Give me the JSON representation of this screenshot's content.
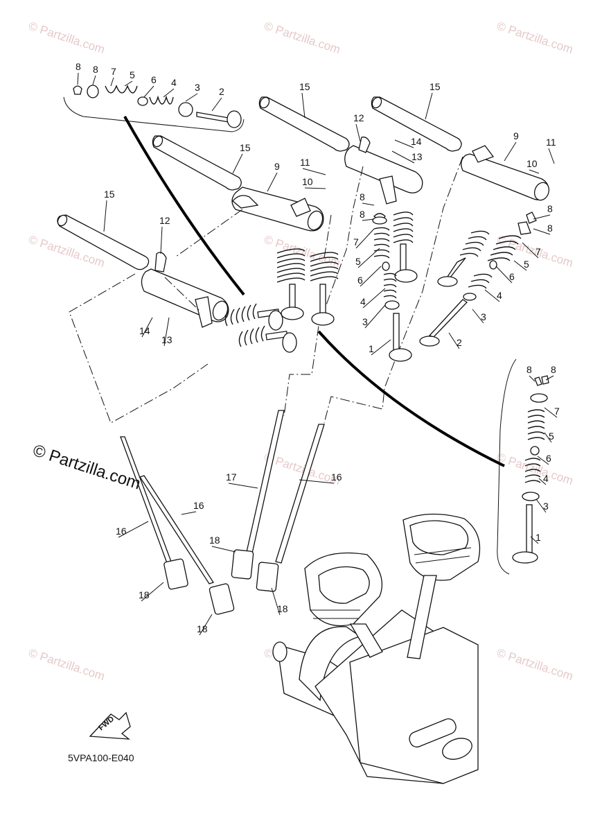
{
  "watermark_text": "© Partzilla.com",
  "brand_text": "© Partzilla.com",
  "diagram_code": "5VPA100-E040",
  "fwd_label": "FWD",
  "callouts": [
    "1",
    "2",
    "3",
    "4",
    "5",
    "6",
    "7",
    "8",
    "9",
    "10",
    "11",
    "12",
    "13",
    "14",
    "15",
    "16",
    "17",
    "18"
  ]
}
